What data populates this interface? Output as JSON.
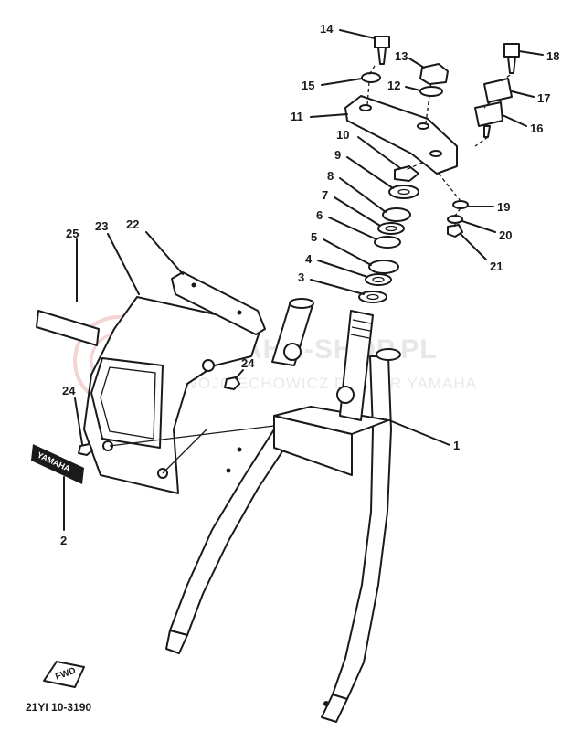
{
  "diagram": {
    "drawing_code": "21YI 10-3190",
    "fwd_label": "FWD",
    "emblem_text": "YAMAHA",
    "watermark": {
      "line1": "YAMAHA-SHOP.PL",
      "line2": "WOJCIECHOWICZ DEALER YAMAHA",
      "color": "#e53935"
    },
    "callouts": [
      {
        "id": "c1",
        "label": "1"
      },
      {
        "id": "c2",
        "label": "2"
      },
      {
        "id": "c3",
        "label": "3"
      },
      {
        "id": "c4",
        "label": "4"
      },
      {
        "id": "c5",
        "label": "5"
      },
      {
        "id": "c6",
        "label": "6"
      },
      {
        "id": "c7",
        "label": "7"
      },
      {
        "id": "c8",
        "label": "8"
      },
      {
        "id": "c9",
        "label": "9"
      },
      {
        "id": "c10",
        "label": "10"
      },
      {
        "id": "c11",
        "label": "11"
      },
      {
        "id": "c12",
        "label": "12"
      },
      {
        "id": "c13",
        "label": "13"
      },
      {
        "id": "c14",
        "label": "14"
      },
      {
        "id": "c15",
        "label": "15"
      },
      {
        "id": "c16",
        "label": "16"
      },
      {
        "id": "c17",
        "label": "17"
      },
      {
        "id": "c18",
        "label": "18"
      },
      {
        "id": "c19",
        "label": "19"
      },
      {
        "id": "c20",
        "label": "20"
      },
      {
        "id": "c21",
        "label": "21"
      },
      {
        "id": "c22",
        "label": "22"
      },
      {
        "id": "c23",
        "label": "23"
      },
      {
        "id": "c24a",
        "label": "24"
      },
      {
        "id": "c24b",
        "label": "24"
      },
      {
        "id": "c25",
        "label": "25"
      }
    ]
  }
}
